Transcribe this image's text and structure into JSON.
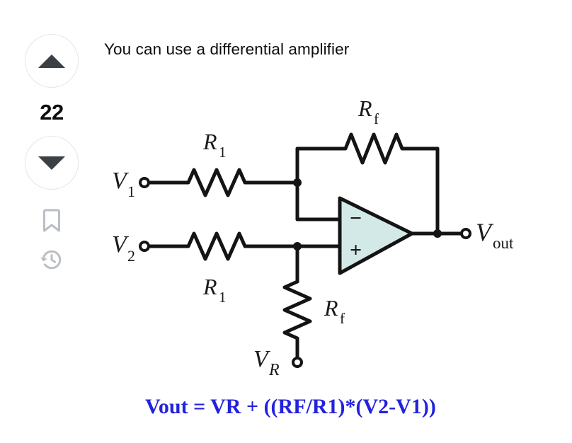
{
  "page": {
    "background": "#ffffff"
  },
  "sidebar": {
    "upvote": {
      "name": "upvote-button",
      "label": "Up vote",
      "icon": "triangle-up-icon"
    },
    "score": "22",
    "downvote": {
      "name": "downvote-button",
      "label": "Down vote",
      "icon": "triangle-down-icon"
    },
    "bookmark": {
      "name": "bookmark-button",
      "label": "Save this answer",
      "icon": "bookmark-icon"
    },
    "history": {
      "name": "history-button",
      "label": "Timeline",
      "icon": "history-clock-icon"
    },
    "border_color": "#e3e6e8",
    "arrow_color": "#3b4045",
    "icon_color": "#babfc4",
    "score_color": "#0c0d0e"
  },
  "answer": {
    "title": "You can use a differential amplifier",
    "title_color": "#0c0d0e"
  },
  "circuit": {
    "caption_equation": "Vout = VR + ((RF/R1)*(V2-V1))",
    "equation_color": "#2222dd",
    "opamp_fill": "#d3e9e7",
    "wire_color": "#141414",
    "labels": {
      "v1": "V",
      "v1_sub": "1",
      "v2": "V",
      "v2_sub": "2",
      "vr": "V",
      "vr_sub": "R",
      "vout": "V",
      "vout_sub": "out",
      "r_input_top": "R",
      "r_input_top_sub": "1",
      "r_input_bottom": "R",
      "r_input_bottom_sub": "1",
      "r_feedback_top": "R",
      "r_feedback_top_sub": "f",
      "r_feedback_bottom": "R",
      "r_feedback_bottom_sub": "f",
      "opamp_minus": "−",
      "opamp_plus": "+"
    }
  }
}
